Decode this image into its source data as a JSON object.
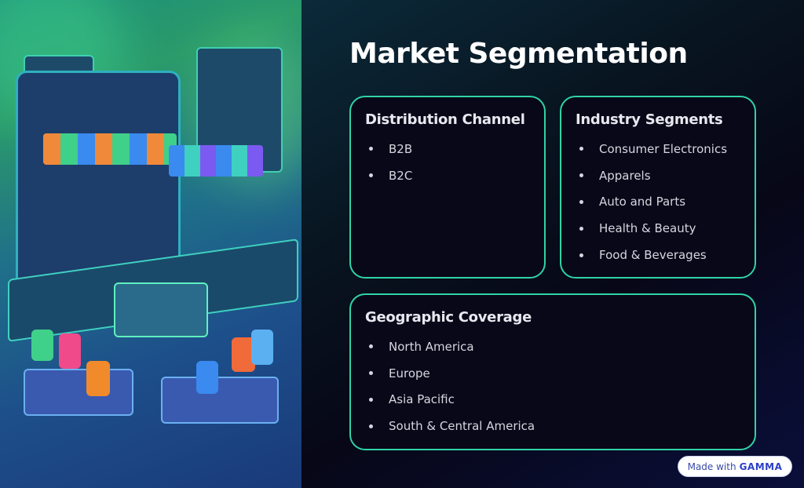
{
  "title": "Market Segmentation",
  "cards": {
    "distribution": {
      "heading": "Distribution Channel",
      "items": [
        "B2B",
        "B2C"
      ]
    },
    "industry": {
      "heading": "Industry Segments",
      "items": [
        "Consumer Electronics",
        "Apparels",
        "Auto and Parts",
        "Health & Beauty",
        "Food & Beverages"
      ]
    },
    "geographic": {
      "heading": "Geographic Coverage",
      "items": [
        "North America",
        "Europe",
        "Asia Pacific",
        "South & Central America"
      ]
    }
  },
  "badge": {
    "prefix": "Made with",
    "brand": "GAMMA"
  },
  "colors": {
    "accent": "#2fd3a6",
    "background": "#070717"
  }
}
